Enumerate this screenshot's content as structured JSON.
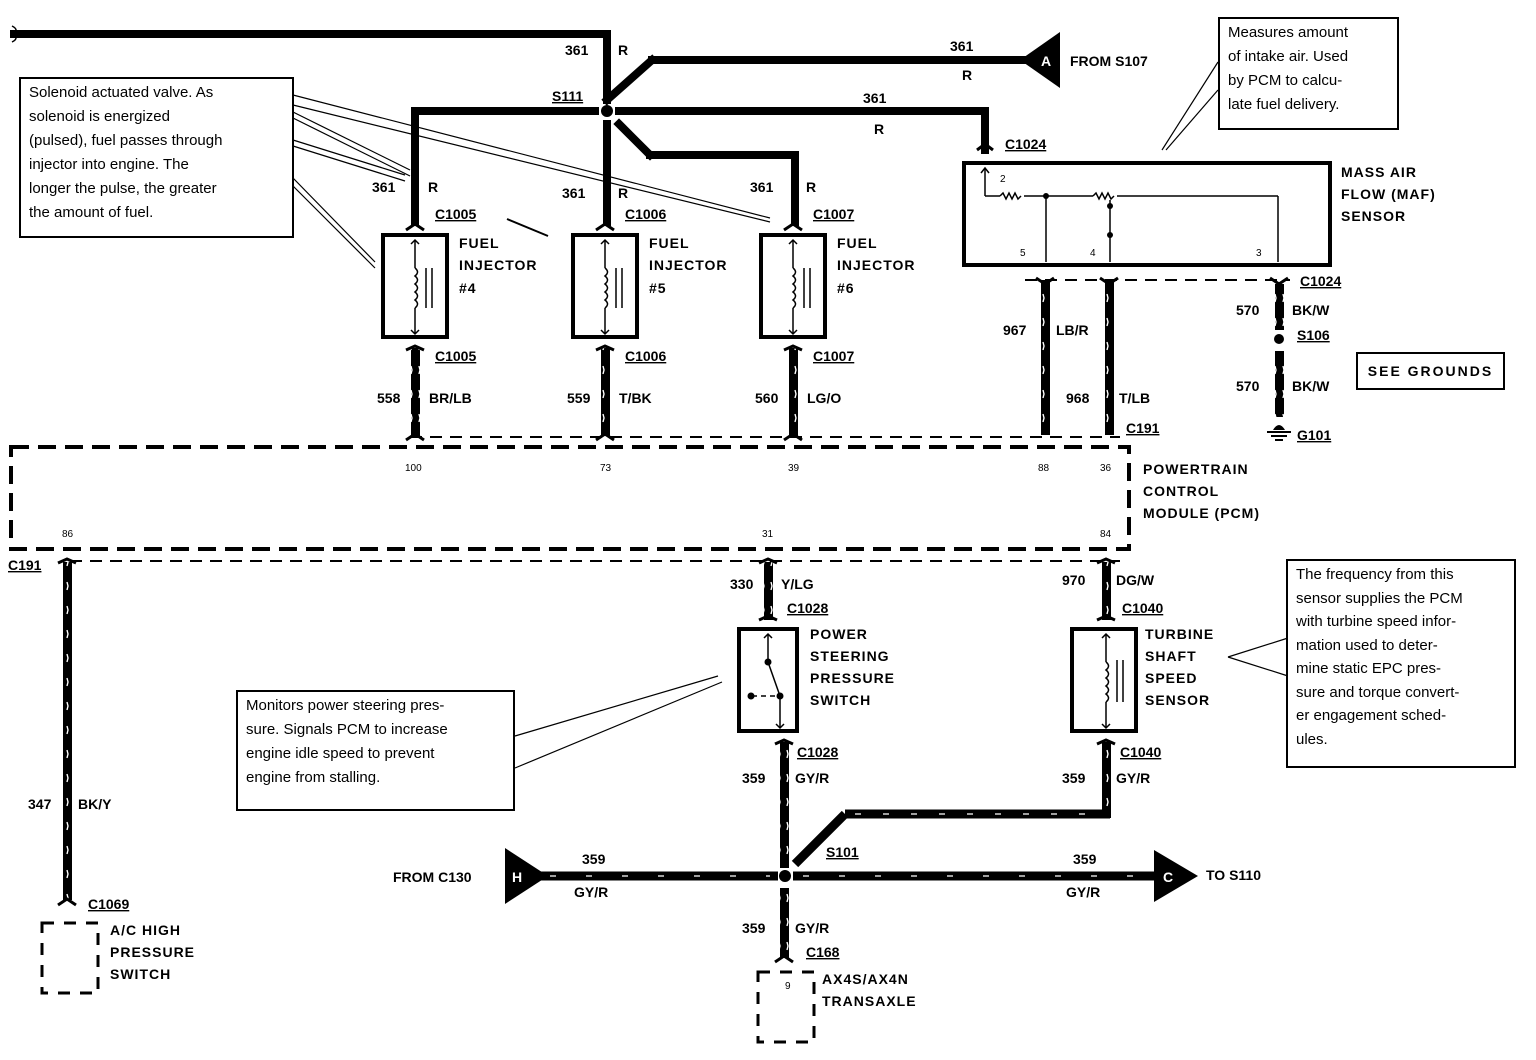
{
  "diagram": {
    "title": "Fuel Injector / MAF / PCM Wiring Schematic",
    "splices": {
      "s111": "S111",
      "s101": "S101",
      "s106": "S106"
    },
    "ground": "G101",
    "offpage": {
      "a": {
        "letter": "A",
        "label": "FROM S107",
        "wire": "361",
        "color": "R"
      },
      "h": {
        "letter": "H",
        "label": "FROM C130",
        "wire": "359",
        "color": "GY/R"
      },
      "c": {
        "letter": "C",
        "label": "TO S110",
        "wire": "359",
        "color": "GY/R"
      }
    },
    "injectors": [
      {
        "name": "FUEL",
        "name2": "INJECTOR",
        "num": "#4",
        "conn": "C1005",
        "in_wire": "361",
        "in_color": "R",
        "out_wire": "558",
        "out_color": "BR/LB",
        "pcm_pin": "100"
      },
      {
        "name": "FUEL",
        "name2": "INJECTOR",
        "num": "#5",
        "conn": "C1006",
        "in_wire": "361",
        "in_color": "R",
        "out_wire": "559",
        "out_color": "T/BK",
        "pcm_pin": "73"
      },
      {
        "name": "FUEL",
        "name2": "INJECTOR",
        "num": "#6",
        "conn": "C1007",
        "in_wire": "361",
        "in_color": "R",
        "out_wire": "560",
        "out_color": "LG/O",
        "pcm_pin": "39"
      }
    ],
    "top_wires": {
      "main_wire": "361",
      "main_color": "R",
      "maf_wire": "361",
      "maf_color": "R"
    },
    "maf": {
      "line1": "MASS AIR",
      "line2": "FLOW (MAF)",
      "line3": "SENSOR",
      "conn": "C1024",
      "pins": [
        "2",
        "5",
        "4",
        "3"
      ],
      "wire_967": "967",
      "color_967": "LB/R",
      "pcm_pin_967": "88",
      "wire_968": "968",
      "color_968": "T/LB",
      "pcm_pin_968": "36",
      "wire_570": "570",
      "color_570": "BK/W",
      "pcm_conn": "C191"
    },
    "see_grounds": "SEE GROUNDS",
    "pcm": {
      "line1": "POWERTRAIN",
      "line2": "CONTROL",
      "line3": "MODULE (PCM)",
      "conn_left": "C191",
      "pin_ac": "86",
      "pin_ps": "31",
      "pin_tss": "84"
    },
    "ac_switch": {
      "line1": "A/C HIGH",
      "line2": "PRESSURE",
      "line3": "SWITCH",
      "conn": "C1069",
      "wire": "347",
      "color": "BK/Y"
    },
    "ps_switch": {
      "line1": "POWER",
      "line2": "STEERING",
      "line3": "PRESSURE",
      "line4": "SWITCH",
      "conn": "C1028",
      "in_wire": "330",
      "in_color": "Y/LG",
      "out_wire": "359",
      "out_color": "GY/R"
    },
    "tss": {
      "line1": "TURBINE",
      "line2": "SHAFT",
      "line3": "SPEED",
      "line4": "SENSOR",
      "conn": "C1040",
      "in_wire": "970",
      "in_color": "DG/W",
      "out_wire": "359",
      "out_color": "GY/R"
    },
    "transaxle": {
      "line1": "AX4S/AX4N",
      "line2": "TRANSAXLE",
      "conn": "C168",
      "pin": "9",
      "wire": "359",
      "color": "GY/R"
    }
  },
  "notes": {
    "injector": [
      "Solenoid actuated valve. As",
      "solenoid is energized",
      "(pulsed), fuel passes through",
      "injector into engine. The",
      "longer the pulse, the greater",
      "the amount of fuel."
    ],
    "maf": [
      "Measures amount",
      "of intake air. Used",
      "by PCM to calcu-",
      "late fuel delivery."
    ],
    "ps": [
      "Monitors power steering pres-",
      "sure. Signals PCM to increase",
      "engine idle speed to prevent",
      "engine from stalling."
    ],
    "tss": [
      "The frequency from this",
      "sensor supplies the PCM",
      "with turbine speed infor-",
      "mation used to deter-",
      "mine static EPC pres-",
      "sure and torque convert-",
      "er engagement sched-",
      "ules."
    ]
  }
}
